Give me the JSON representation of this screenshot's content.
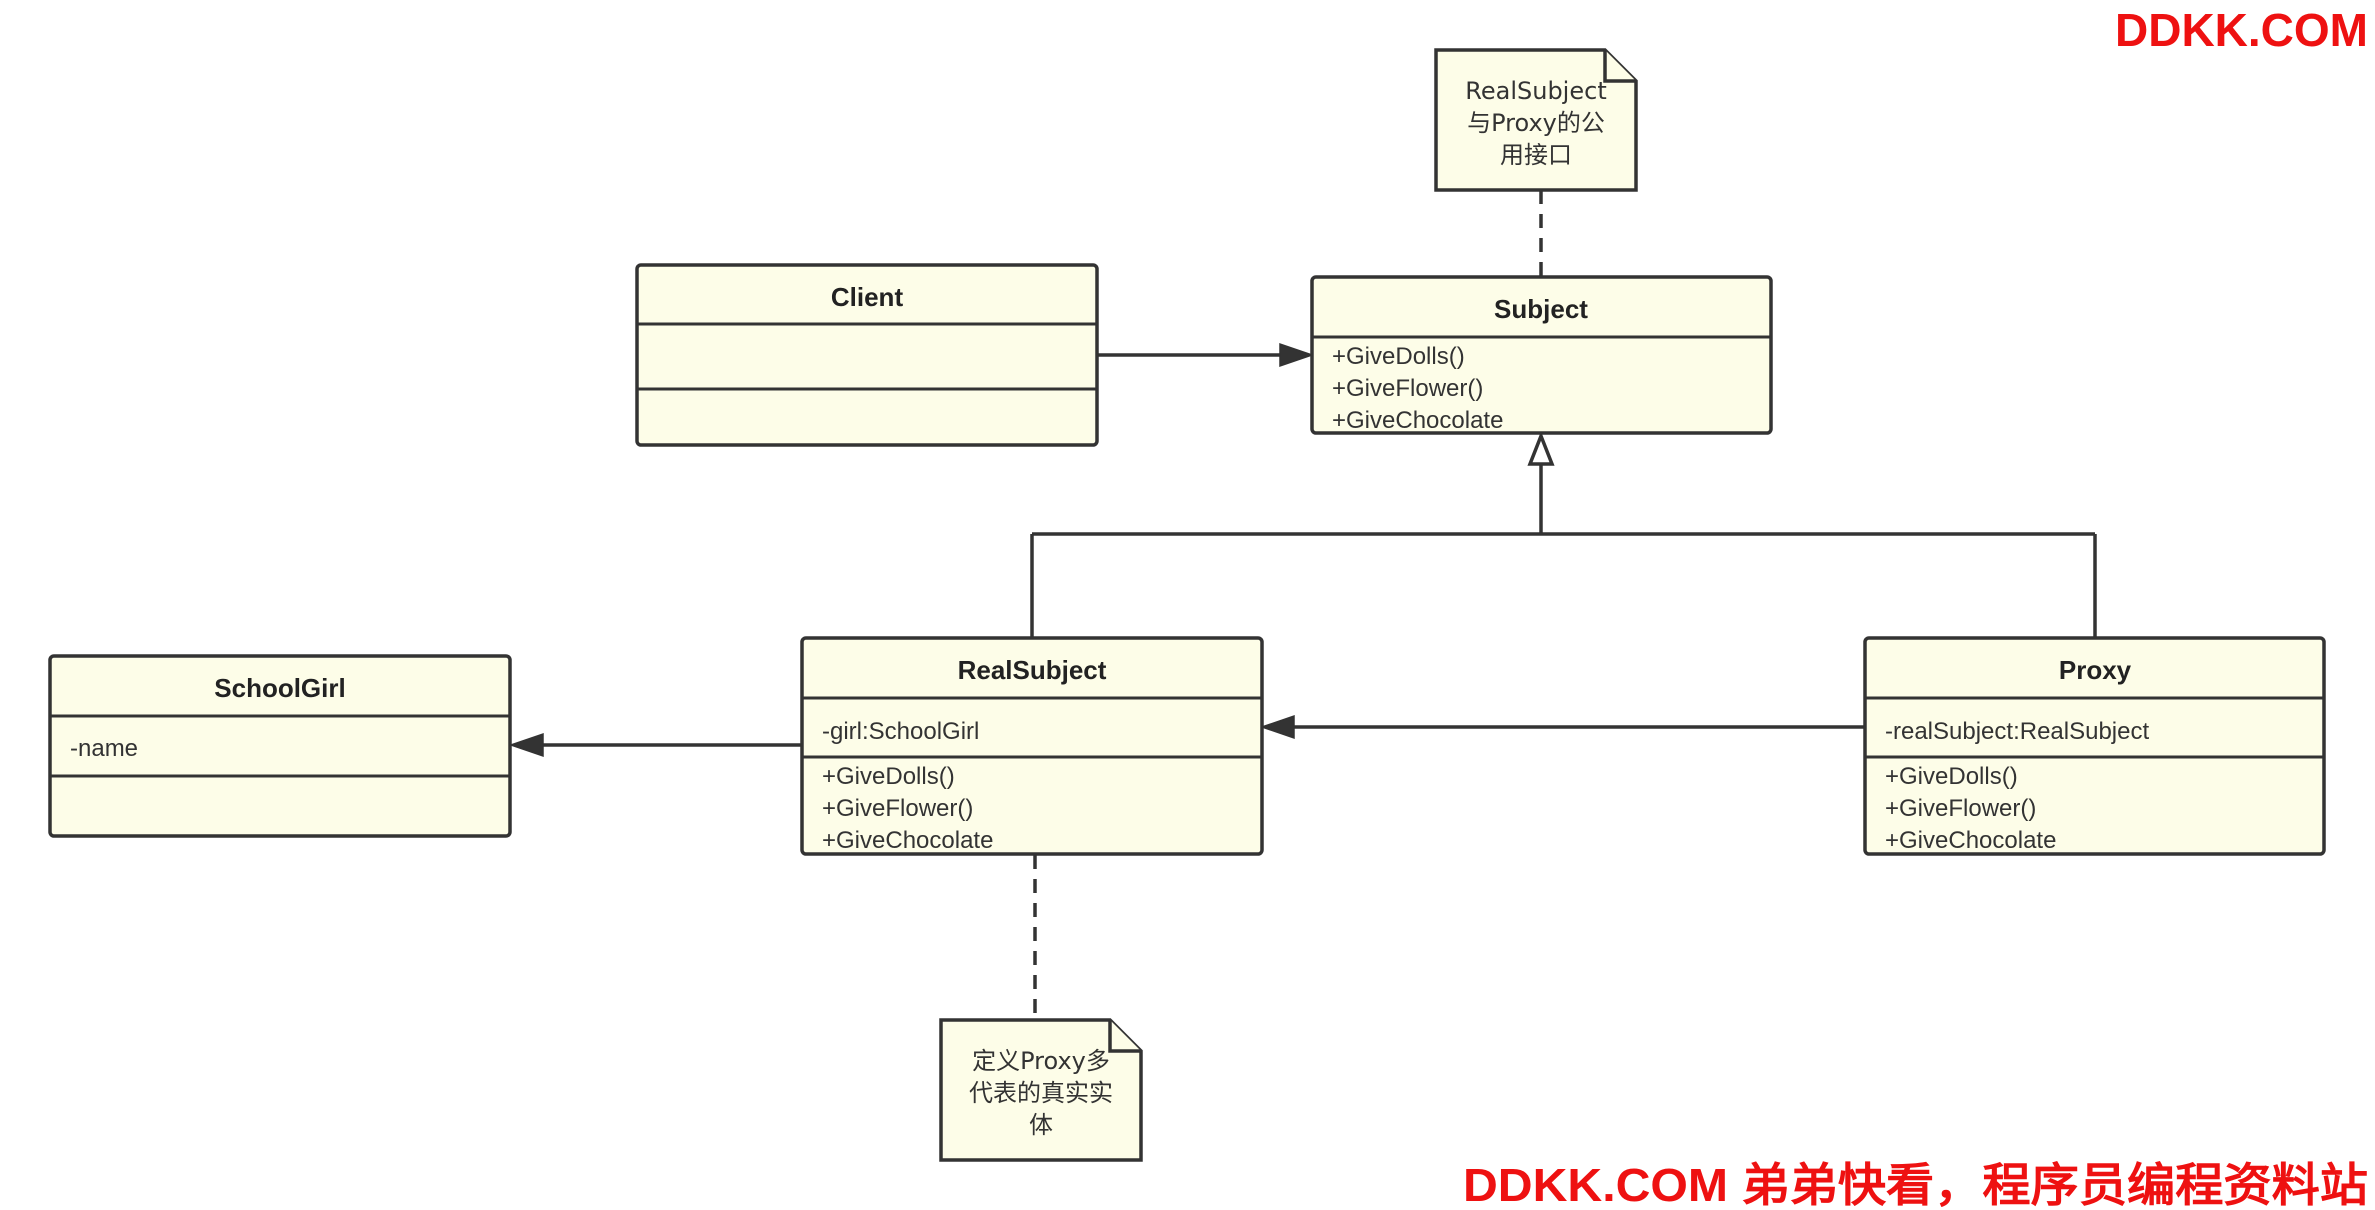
{
  "classes": {
    "client": {
      "name": "Client",
      "attributes": [],
      "methods": []
    },
    "subject": {
      "name": "Subject",
      "methods": [
        "+GiveDolls()",
        "+GiveFlower()",
        "+GiveChocolate"
      ]
    },
    "schoolgirl": {
      "name": "SchoolGirl",
      "attributes": [
        "-name"
      ],
      "methods": []
    },
    "realsubject": {
      "name": "RealSubject",
      "attributes": [
        "-girl:SchoolGirl"
      ],
      "methods": [
        "+GiveDolls()",
        "+GiveFlower()",
        "+GiveChocolate"
      ]
    },
    "proxy": {
      "name": "Proxy",
      "attributes": [
        "-realSubject:RealSubject"
      ],
      "methods": [
        "+GiveDolls()",
        "+GiveFlower()",
        "+GiveChocolate"
      ]
    }
  },
  "notes": {
    "subject_note": [
      "RealSubject",
      "与Proxy的公",
      "用接口"
    ],
    "realsubject_note": [
      "定义Proxy多",
      "代表的真实实",
      "体"
    ]
  },
  "relations": [
    {
      "from": "Client",
      "to": "Subject",
      "kind": "association"
    },
    {
      "from": "RealSubject",
      "to": "Subject",
      "kind": "generalization"
    },
    {
      "from": "Proxy",
      "to": "Subject",
      "kind": "generalization"
    },
    {
      "from": "Proxy",
      "to": "RealSubject",
      "kind": "association"
    },
    {
      "from": "RealSubject",
      "to": "SchoolGirl",
      "kind": "association"
    }
  ],
  "watermarks": {
    "top": "DDKK.COM",
    "bottom": "DDKK.COM 弟弟快看，程序员编程资料站"
  },
  "colors": {
    "class_fill": "#fdfde8",
    "line": "#333333",
    "watermark": "#ee1111"
  }
}
